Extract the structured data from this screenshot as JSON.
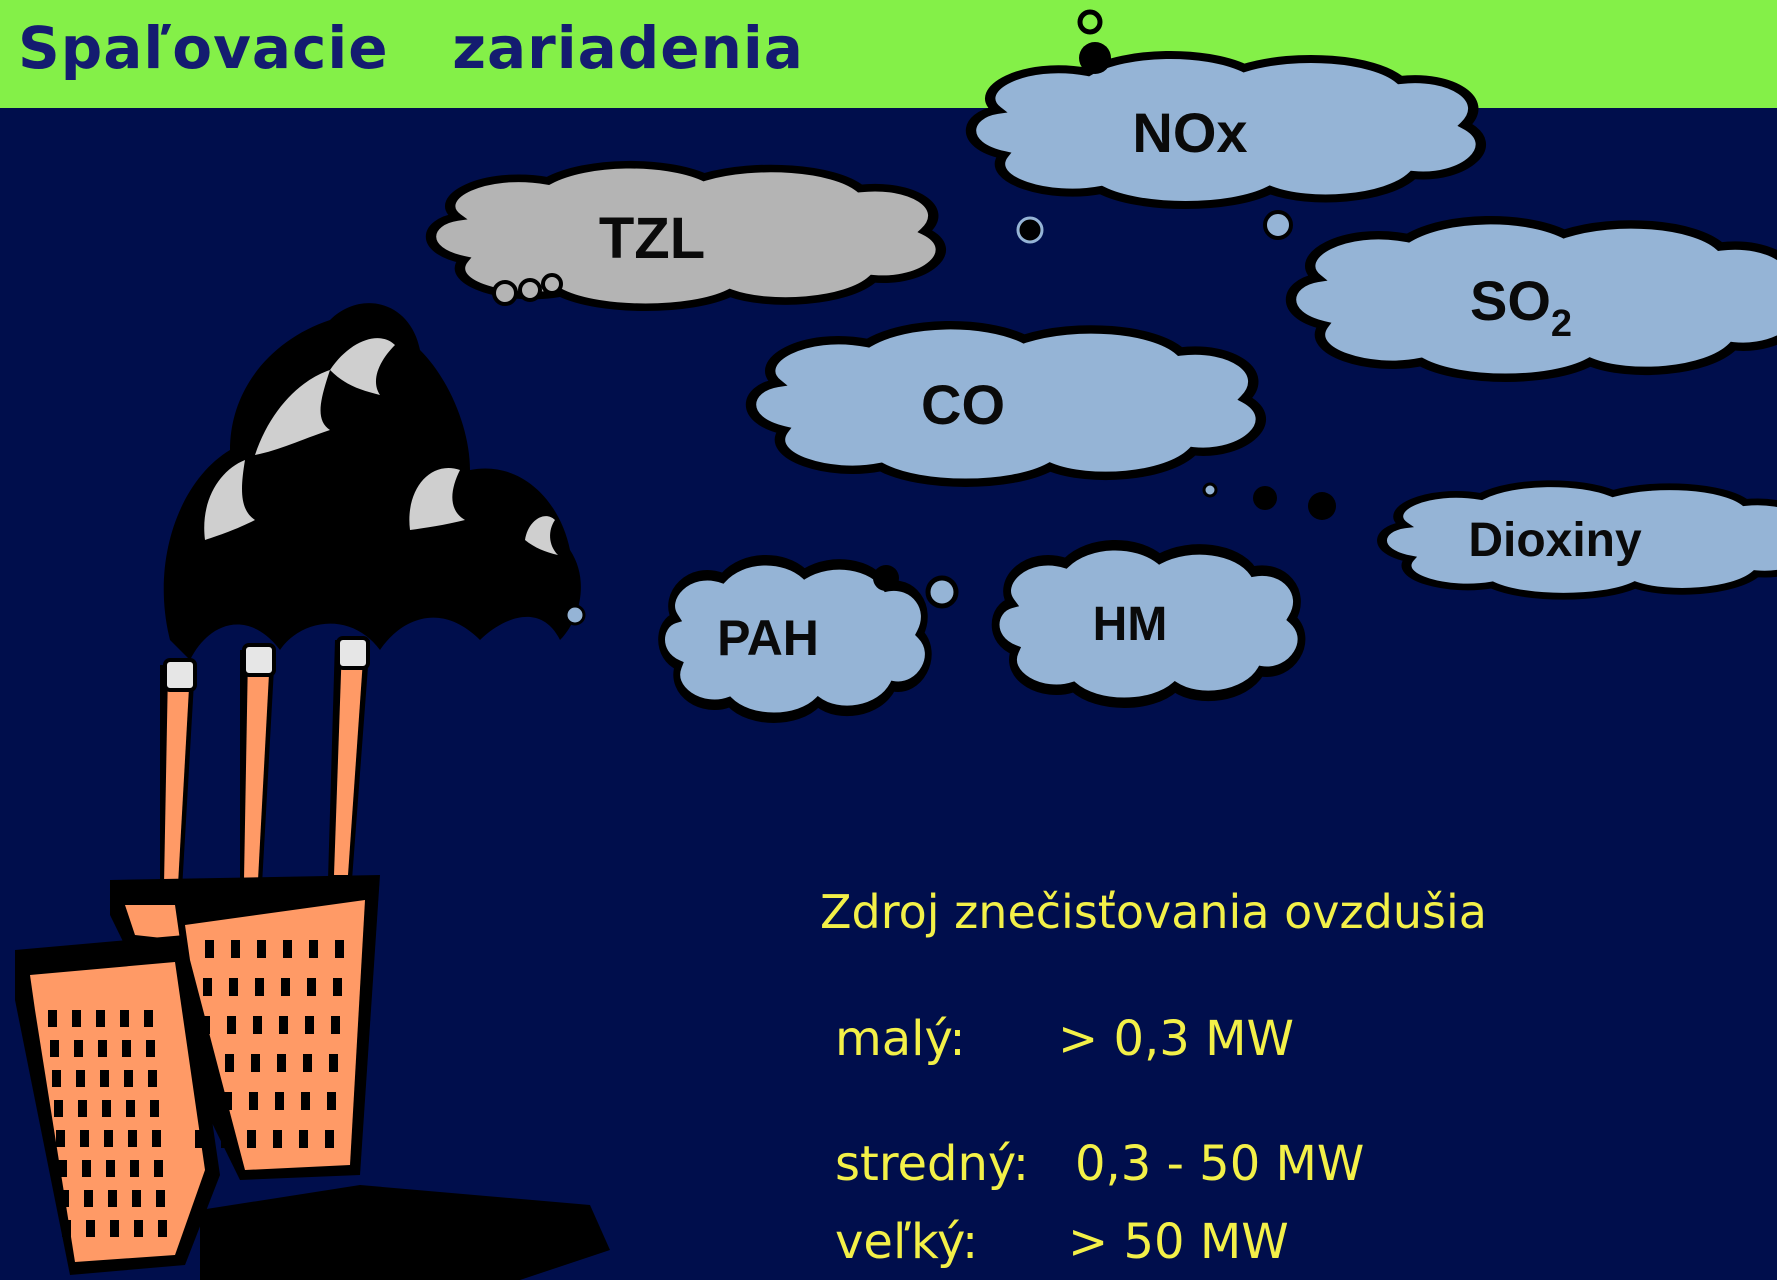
{
  "slide": {
    "title": "Spaľovacie   zariadenia"
  },
  "clouds": {
    "tzl": "TZL",
    "nox": "NOx",
    "so2_main": "SO",
    "so2_sub": "2",
    "co": "CO",
    "dioxiny": "Dioxiny",
    "pah": "PAH",
    "hm": "HM"
  },
  "info": {
    "heading": "Zdroj znečisťovania ovzdušia",
    "rows": [
      {
        "label": "malý:",
        "value": "> 0,3 MW"
      },
      {
        "label": "stredný:",
        "value": "0,3 - 50  MW"
      },
      {
        "label": "veľký:",
        "value": "> 50 MW"
      }
    ]
  },
  "colors": {
    "background": "#000e4c",
    "title_bar": "#84f048",
    "title_text": "#141c70",
    "cloud_blue": "#95b4d6",
    "cloud_gray": "#b4b4b4",
    "building": "#ff9a66",
    "info_text": "#f3f048"
  }
}
